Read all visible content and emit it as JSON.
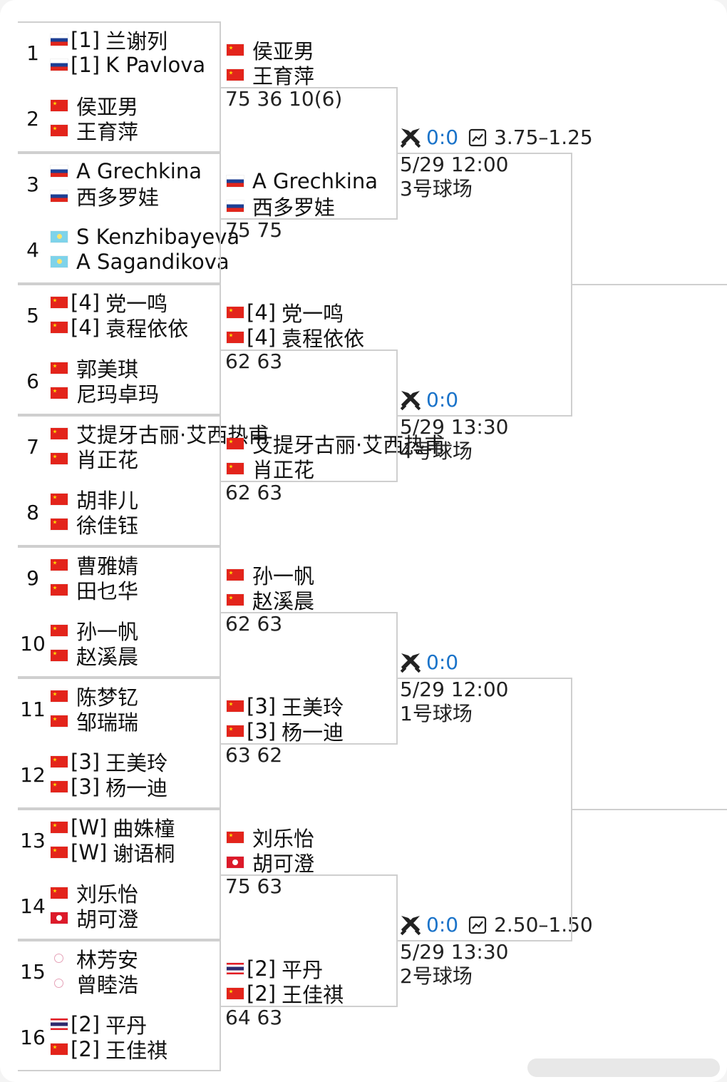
{
  "round1": [
    {
      "num": "1",
      "players": [
        {
          "flag": "ru",
          "seed": "[1]",
          "name": "兰谢列"
        },
        {
          "flag": "ru",
          "seed": "[1]",
          "name": "K Pavlova"
        }
      ]
    },
    {
      "num": "2",
      "players": [
        {
          "flag": "cn",
          "seed": "",
          "name": "侯亚男"
        },
        {
          "flag": "cn",
          "seed": "",
          "name": "王育萍"
        }
      ]
    },
    {
      "num": "3",
      "players": [
        {
          "flag": "ru",
          "seed": "",
          "name": "A Grechkina"
        },
        {
          "flag": "ru",
          "seed": "",
          "name": "西多罗娃"
        }
      ]
    },
    {
      "num": "4",
      "players": [
        {
          "flag": "kz",
          "seed": "",
          "name": "S Kenzhibayeva"
        },
        {
          "flag": "kz",
          "seed": "",
          "name": "A Sagandikova"
        }
      ]
    },
    {
      "num": "5",
      "players": [
        {
          "flag": "cn",
          "seed": "[4]",
          "name": "党一鸣"
        },
        {
          "flag": "cn",
          "seed": "[4]",
          "name": "袁程依依"
        }
      ]
    },
    {
      "num": "6",
      "players": [
        {
          "flag": "cn",
          "seed": "",
          "name": "郭美琪"
        },
        {
          "flag": "cn",
          "seed": "",
          "name": "尼玛卓玛"
        }
      ]
    },
    {
      "num": "7",
      "players": [
        {
          "flag": "cn",
          "seed": "",
          "name": "艾提牙古丽·艾西热甫"
        },
        {
          "flag": "cn",
          "seed": "",
          "name": "肖正花"
        }
      ]
    },
    {
      "num": "8",
      "players": [
        {
          "flag": "cn",
          "seed": "",
          "name": "胡非儿"
        },
        {
          "flag": "cn",
          "seed": "",
          "name": "徐佳钰"
        }
      ]
    },
    {
      "num": "9",
      "players": [
        {
          "flag": "cn",
          "seed": "",
          "name": "曹雅婧"
        },
        {
          "flag": "cn",
          "seed": "",
          "name": "田乜华"
        }
      ]
    },
    {
      "num": "10",
      "players": [
        {
          "flag": "cn",
          "seed": "",
          "name": "孙一帆"
        },
        {
          "flag": "cn",
          "seed": "",
          "name": "赵溪晨"
        }
      ]
    },
    {
      "num": "11",
      "players": [
        {
          "flag": "cn",
          "seed": "",
          "name": "陈梦钇"
        },
        {
          "flag": "cn",
          "seed": "",
          "name": "邹瑞瑞"
        }
      ]
    },
    {
      "num": "12",
      "players": [
        {
          "flag": "cn",
          "seed": "[3]",
          "name": "王美玲"
        },
        {
          "flag": "cn",
          "seed": "[3]",
          "name": "杨一迪"
        }
      ]
    },
    {
      "num": "13",
      "players": [
        {
          "flag": "cn",
          "seed": "[W]",
          "name": "曲姝橦"
        },
        {
          "flag": "cn",
          "seed": "[W]",
          "name": "谢语桐"
        }
      ]
    },
    {
      "num": "14",
      "players": [
        {
          "flag": "cn",
          "seed": "",
          "name": "刘乐怡"
        },
        {
          "flag": "hk",
          "seed": "",
          "name": "胡可澄"
        }
      ]
    },
    {
      "num": "15",
      "players": [
        {
          "flag": "tw",
          "seed": "",
          "name": "林芳安"
        },
        {
          "flag": "tw",
          "seed": "",
          "name": "曾睦浩"
        }
      ]
    },
    {
      "num": "16",
      "players": [
        {
          "flag": "th",
          "seed": "[2]",
          "name": "平丹"
        },
        {
          "flag": "cn",
          "seed": "[2]",
          "name": "王佳祺"
        }
      ]
    }
  ],
  "round2": [
    {
      "players": [
        {
          "flag": "cn",
          "seed": "",
          "name": "侯亚男"
        },
        {
          "flag": "cn",
          "seed": "",
          "name": "王育萍"
        }
      ],
      "score": "75 36 10(6)"
    },
    {
      "players": [
        {
          "flag": "ru",
          "seed": "",
          "name": "A Grechkina"
        },
        {
          "flag": "ru",
          "seed": "",
          "name": "西多罗娃"
        }
      ],
      "score": "75 75"
    },
    {
      "players": [
        {
          "flag": "cn",
          "seed": "[4]",
          "name": "党一鸣"
        },
        {
          "flag": "cn",
          "seed": "[4]",
          "name": "袁程依依"
        }
      ],
      "score": "62 63"
    },
    {
      "players": [
        {
          "flag": "cn",
          "seed": "",
          "name": "艾提牙古丽·艾西热甫"
        },
        {
          "flag": "cn",
          "seed": "",
          "name": "肖正花"
        }
      ],
      "score": "62 63"
    },
    {
      "players": [
        {
          "flag": "cn",
          "seed": "",
          "name": "孙一帆"
        },
        {
          "flag": "cn",
          "seed": "",
          "name": "赵溪晨"
        }
      ],
      "score": "62 63"
    },
    {
      "players": [
        {
          "flag": "cn",
          "seed": "[3]",
          "name": "王美玲"
        },
        {
          "flag": "cn",
          "seed": "[3]",
          "name": "杨一迪"
        }
      ],
      "score": "63 62"
    },
    {
      "players": [
        {
          "flag": "cn",
          "seed": "",
          "name": "刘乐怡"
        },
        {
          "flag": "hk",
          "seed": "",
          "name": "胡可澄"
        }
      ],
      "score": "75 63"
    },
    {
      "players": [
        {
          "flag": "th",
          "seed": "[2]",
          "name": "平丹"
        },
        {
          "flag": "cn",
          "seed": "[2]",
          "name": "王佳祺"
        }
      ],
      "score": "64 63"
    }
  ],
  "round3": [
    {
      "odds": "0:0",
      "line": "3.75–1.25",
      "time": "5/29 12:00",
      "court": "3号球场"
    },
    {
      "odds": "0:0",
      "line": "",
      "time": "5/29 13:30",
      "court": "4号球场"
    },
    {
      "odds": "0:0",
      "line": "",
      "time": "5/29 12:00",
      "court": "1号球场"
    },
    {
      "odds": "0:0",
      "line": "2.50–1.50",
      "time": "5/29 13:30",
      "court": "2号球场"
    }
  ],
  "colors": {
    "odds": "#1a73c9",
    "line": "#cfcfcf"
  },
  "icons": {
    "odds": "crossed-swords-icon",
    "line": "line-chart-icon"
  }
}
